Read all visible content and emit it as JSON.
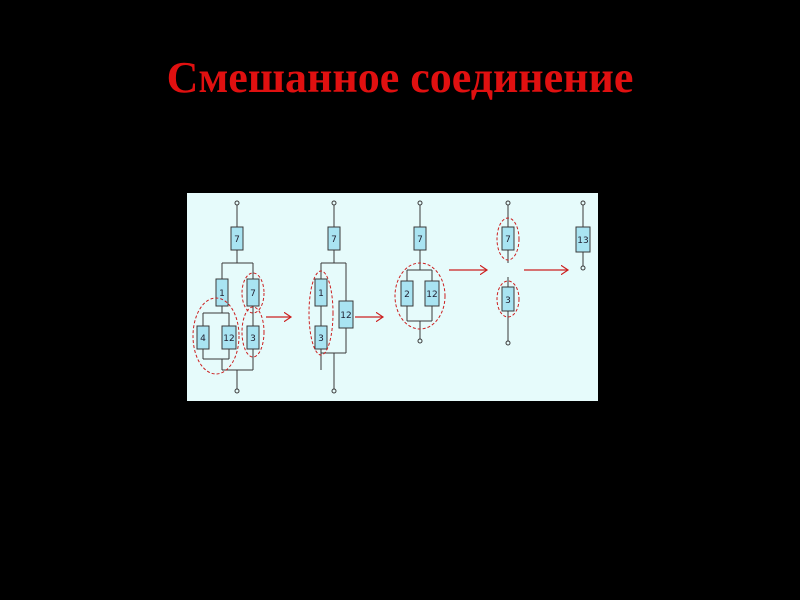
{
  "slide": {
    "title": "Смешанное соединение"
  },
  "colors": {
    "background": "#000000",
    "title": "#e01010",
    "panel": "#e6fbfb",
    "resistor_fill": "#a9e4f2",
    "wire": "#3a3a3a",
    "highlight": "#cc2020"
  },
  "diagram": {
    "stage1": {
      "labels": [
        "7",
        "1",
        "4",
        "12",
        "7",
        "3"
      ]
    },
    "stage2": {
      "labels": [
        "7",
        "1",
        "3",
        "12"
      ]
    },
    "stage3": {
      "labels": [
        "7",
        "2",
        "12"
      ]
    },
    "stage4": {
      "labels": [
        "7",
        "3"
      ]
    },
    "stage5": {
      "labels": [
        "13"
      ]
    },
    "arrows": 4
  }
}
